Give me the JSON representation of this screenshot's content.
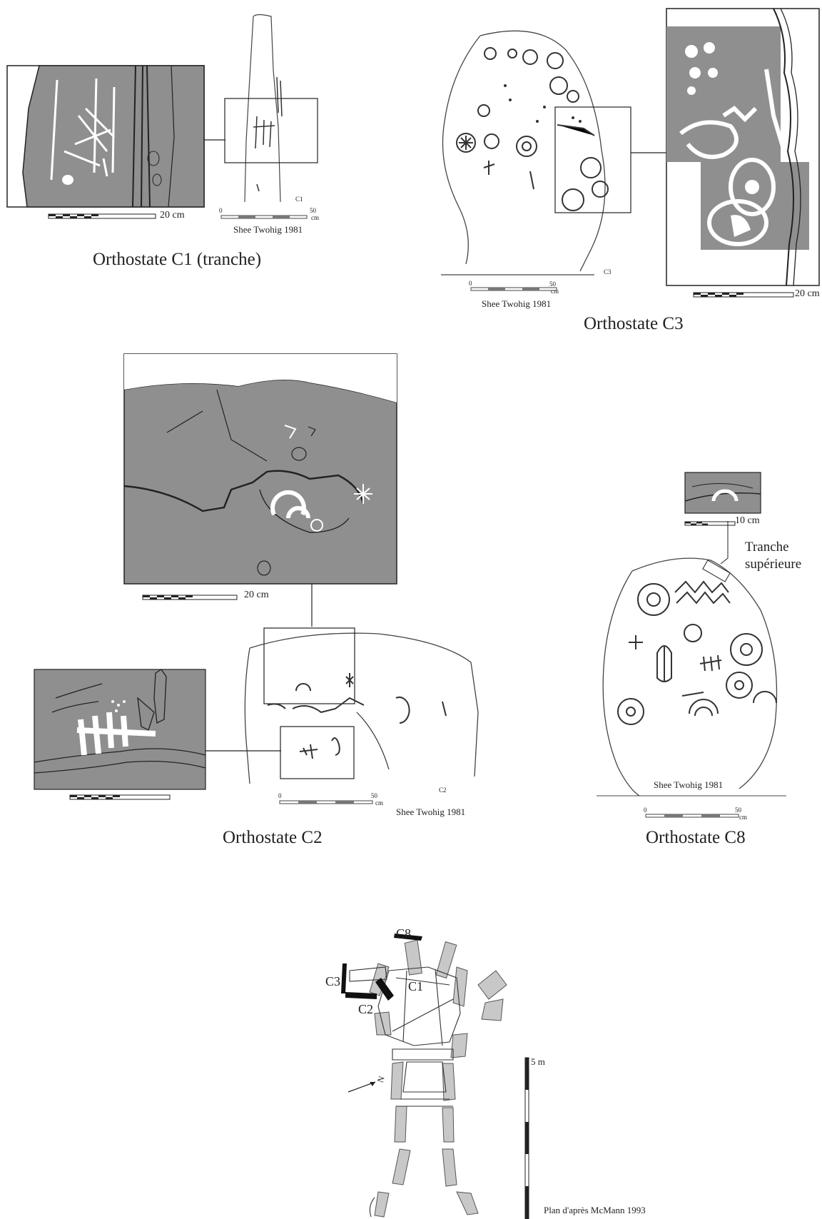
{
  "panels": {
    "c1": {
      "caption": "Orthostate C1 (tranche)",
      "scale_label": "20 cm",
      "source": "Shee Twohig 1981",
      "ruler_start": "0",
      "ruler_end": "50",
      "ruler_unit": "cm",
      "stone_label": "C1"
    },
    "c3": {
      "caption": "Orthostate C3",
      "scale_label": "20 cm",
      "source": "Shee Twohig 1981",
      "ruler_start": "0",
      "ruler_end": "50",
      "ruler_unit": "cm",
      "stone_label": "C3"
    },
    "c2": {
      "caption": "Orthostate C2",
      "scale_label": "20 cm",
      "source": "Shee Twohig 1981",
      "ruler_start": "0",
      "ruler_end": "50",
      "ruler_unit": "cm",
      "stone_label": "C2"
    },
    "c8": {
      "caption": "Orthostate C8",
      "scale_label": "10 cm",
      "callout_line1": "Tranche",
      "callout_line2": "supérieure",
      "source": "Shee Twohig 1981",
      "ruler_start": "0",
      "ruler_end": "50",
      "ruler_unit": "cm"
    }
  },
  "plan": {
    "labels": {
      "c8": "C8",
      "c3": "C3",
      "c1": "C1",
      "c2": "C2"
    },
    "scale_label": "5 m",
    "north_label": "N",
    "source": "Plan d'après McMann 1993"
  },
  "colors": {
    "panel_gray": "#8f8f8f",
    "stone_fill": "#c8c8c8",
    "ink": "#222222",
    "white": "#ffffff"
  }
}
